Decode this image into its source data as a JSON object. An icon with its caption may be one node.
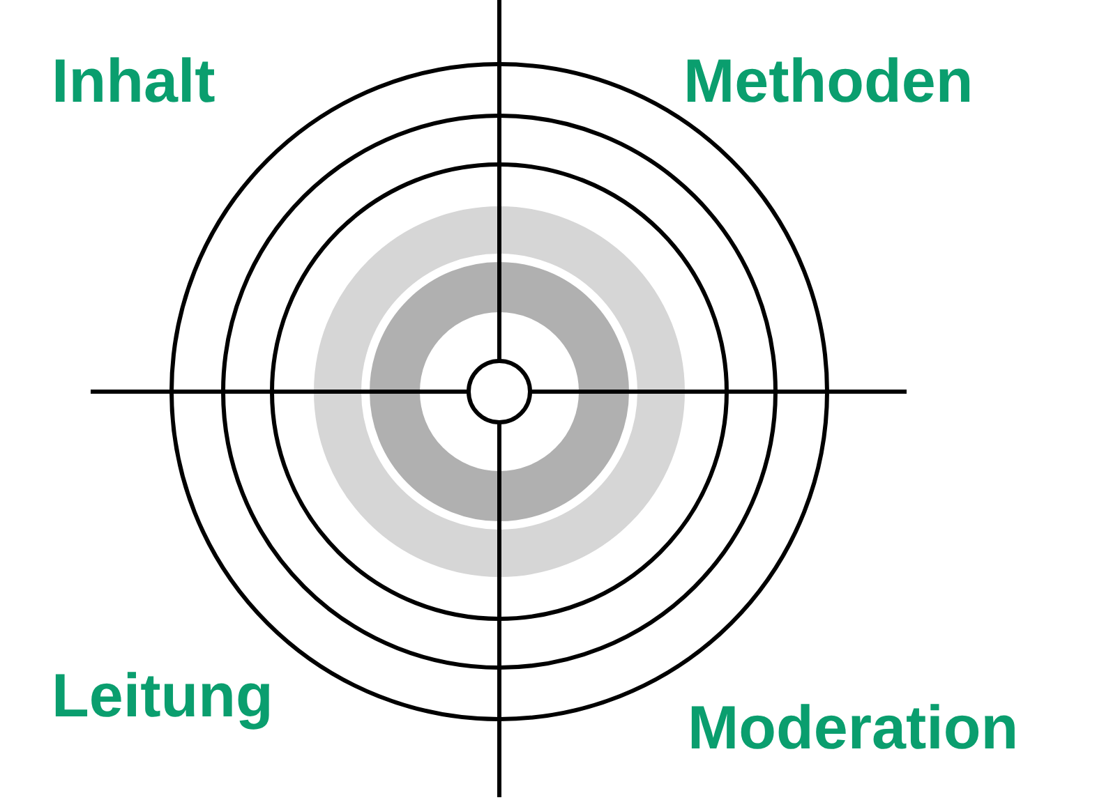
{
  "diagram": {
    "labels": [
      "Inhalt",
      "Methoden",
      "Leitung",
      "Moderation"
    ]
  }
}
